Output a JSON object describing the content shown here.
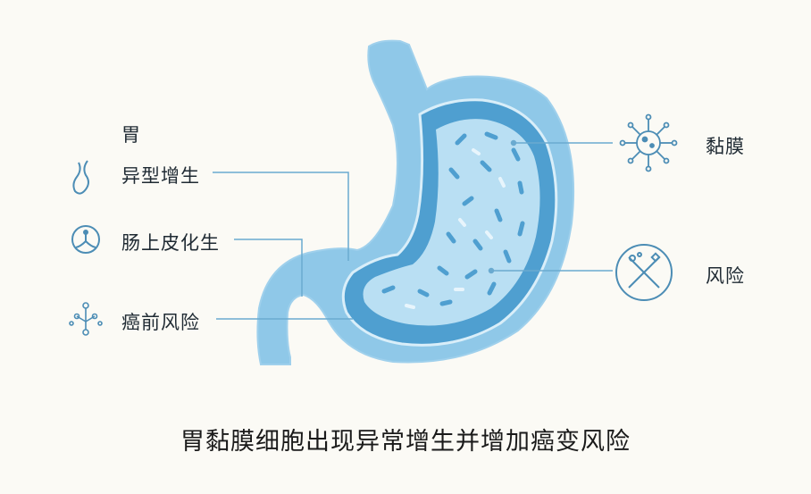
{
  "labels": {
    "stomach": "胃",
    "dysplasia": "异型增生",
    "intestinal_metaplasia": "肠上皮化生",
    "cancer_risk": "癌前风险",
    "mucosa": "黏膜",
    "risk": "风险"
  },
  "caption": "胃黏膜细胞出现异常增生并增加癌变风险",
  "icons": {
    "dysplasia": "stomach-outline-icon",
    "intestinal_metaplasia": "branch-circle-icon",
    "cancer_risk": "dot-network-icon",
    "mucosa": "cell-virus-icon",
    "risk": "crossed-tools-icon"
  },
  "colors": {
    "outer_stomach": "#8fc8e8",
    "inner_wall": "#4f9fd0",
    "lumen": "#b9dff3",
    "icon_stroke": "#4c8db5",
    "leader_line": "#6aaad0"
  }
}
